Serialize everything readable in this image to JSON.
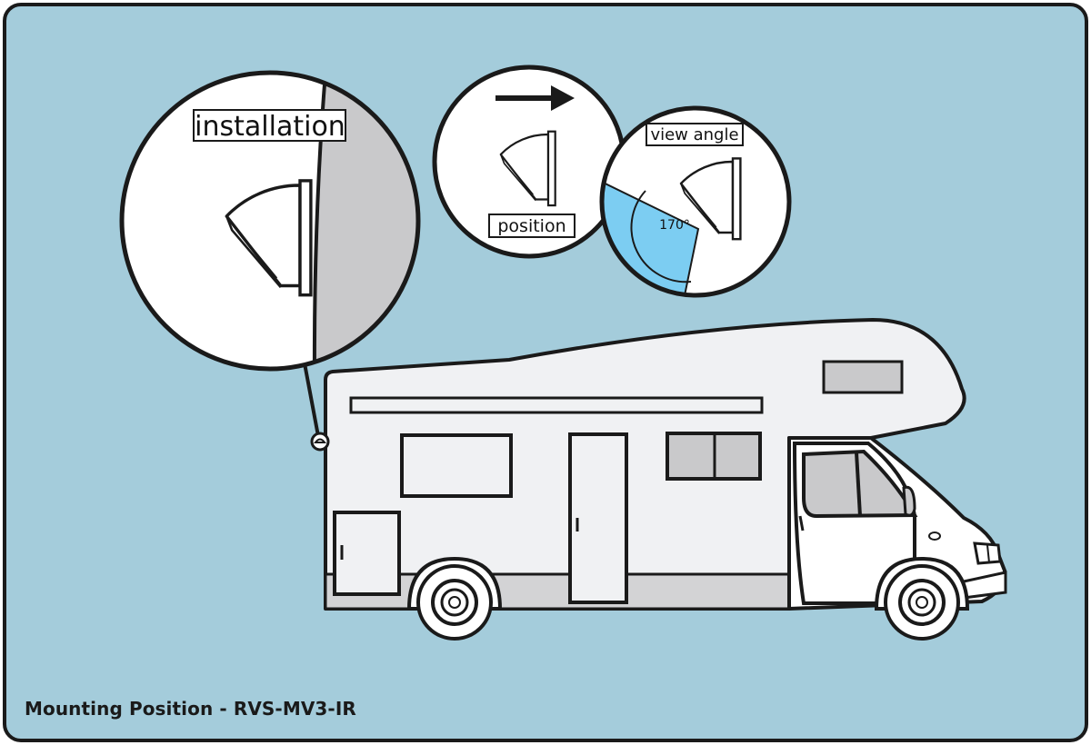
{
  "labels": {
    "installation": "installation",
    "position": "position",
    "view_angle": "view angle",
    "angle_value": "170°"
  },
  "caption": "Mounting Position - RVS-MV3-IR",
  "colors": {
    "background": "#a4ccdb",
    "outline": "#1a1a1a",
    "rv_body": "#f0f1f3",
    "rv_skirt": "#d3d3d5",
    "window_glass": "#c9c9cb",
    "wall_gray": "#c9c9cb",
    "view_cone": "#7ccdf2"
  },
  "icons": {
    "arrow": "arrow-right-icon",
    "camera": "camera-icon"
  }
}
